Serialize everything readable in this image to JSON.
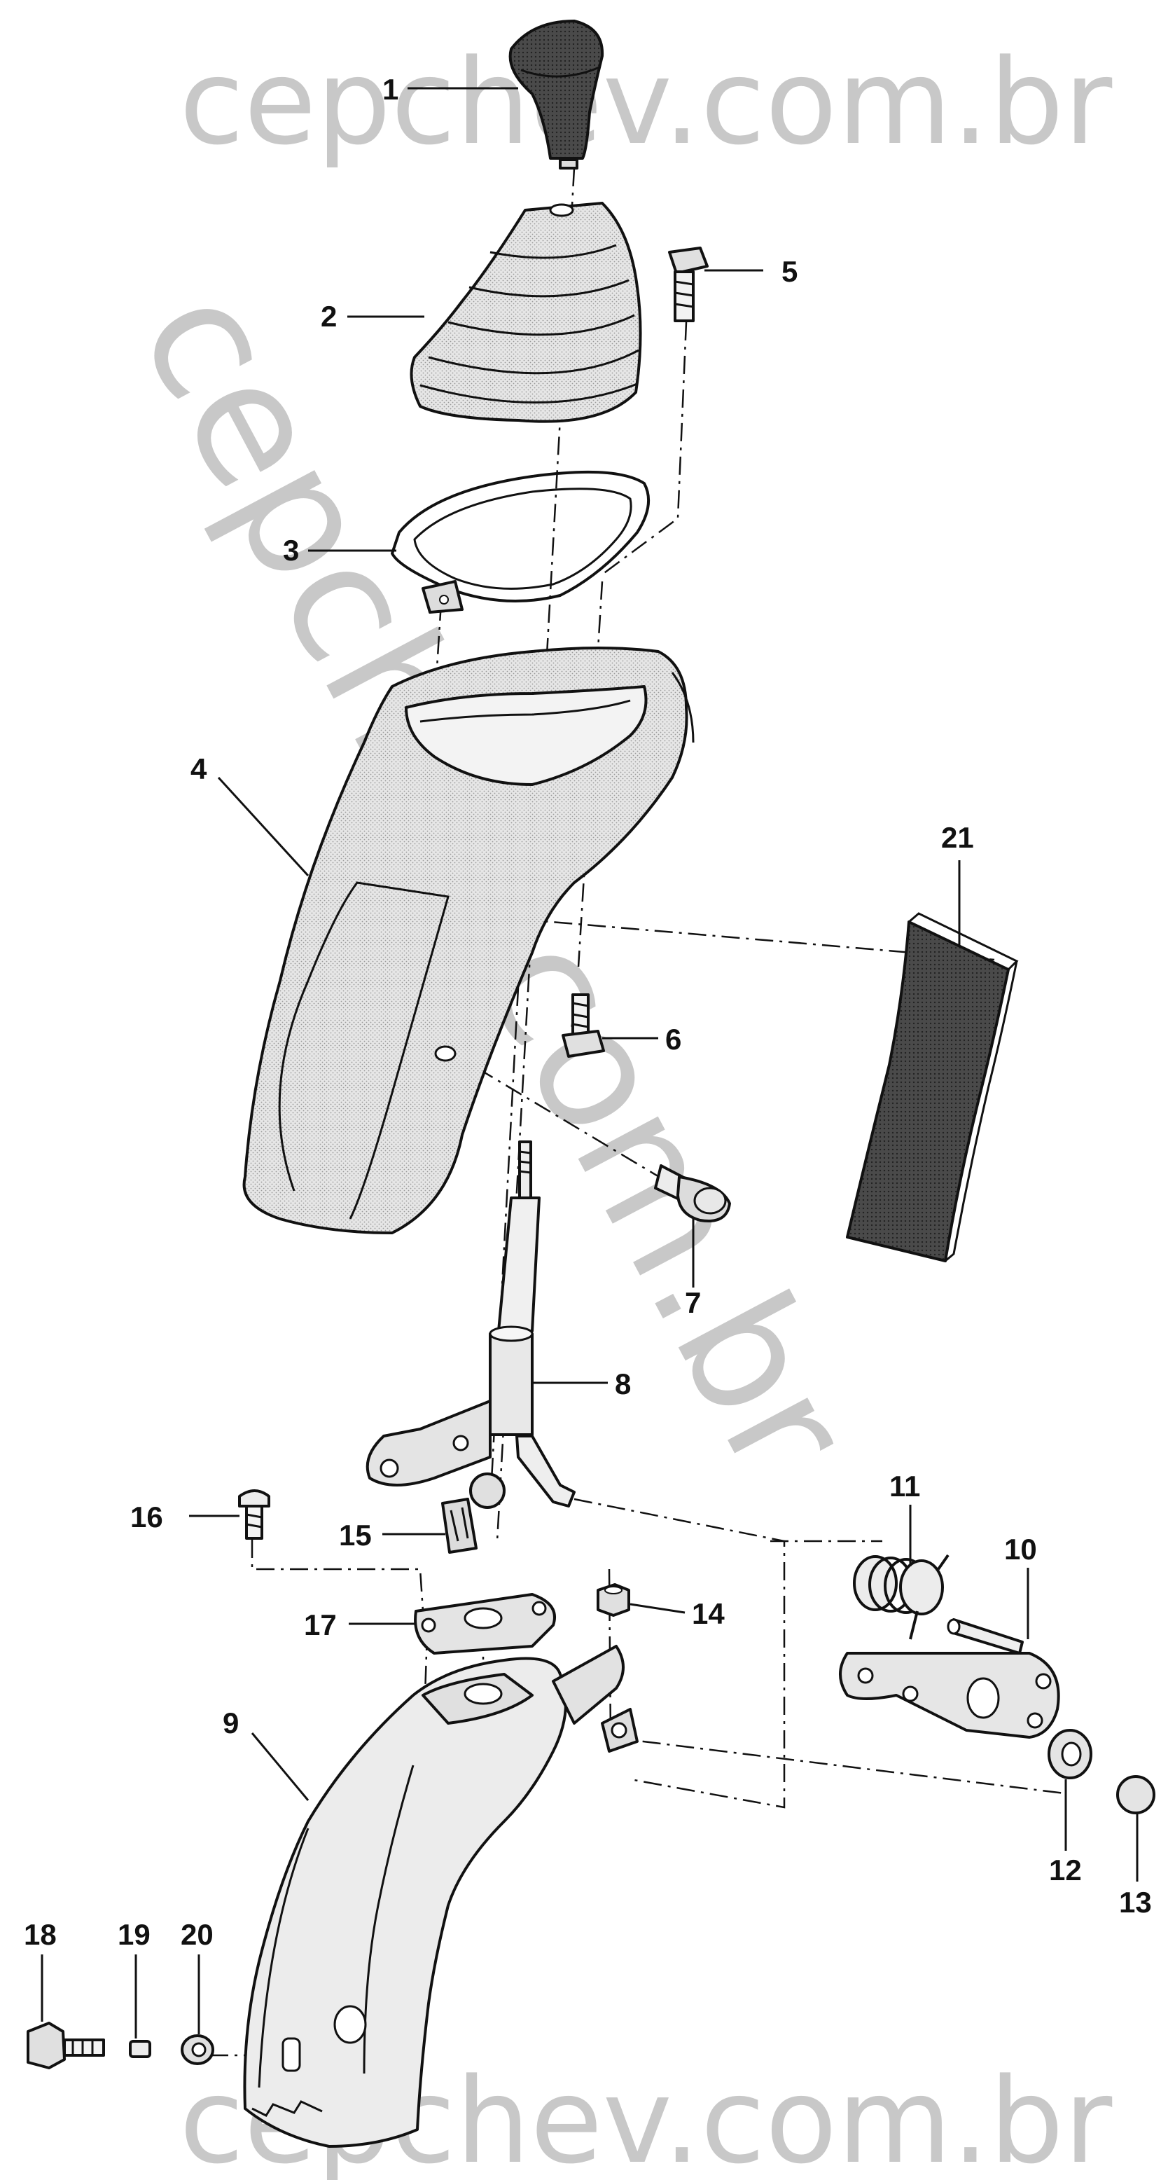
{
  "watermarks": {
    "top": "cepchev.com.br",
    "diagonal": "cepchev.com.br",
    "bottom": "cepchev.com.br"
  },
  "callouts": [
    "1",
    "2",
    "3",
    "4",
    "5",
    "6",
    "7",
    "8",
    "9",
    "10",
    "11",
    "12",
    "13",
    "14",
    "15",
    "16",
    "17",
    "18",
    "19",
    "20",
    "21"
  ],
  "colors": {
    "line": "#111111",
    "part_fill": "#e2e2e2",
    "dark_fill": "#3c3c3c",
    "watermark": "#c8c8c8"
  }
}
